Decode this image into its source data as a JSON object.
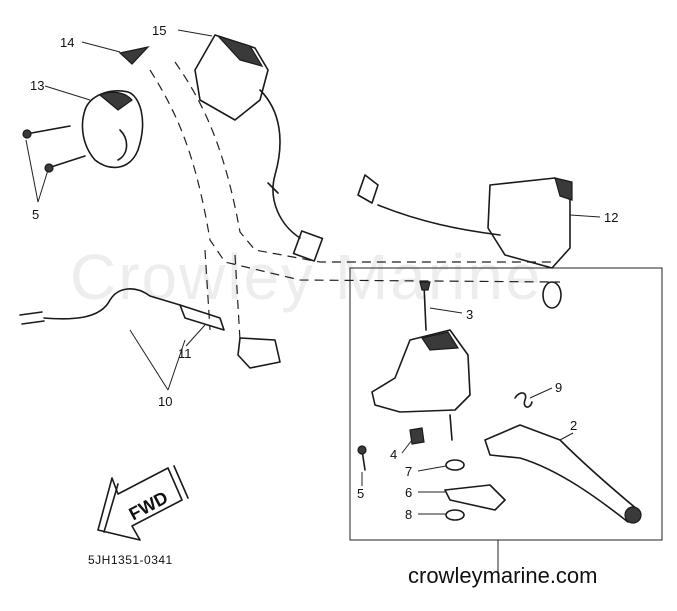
{
  "diagram": {
    "callouts": [
      {
        "id": "c1",
        "label": "14"
      },
      {
        "id": "c2",
        "label": "15"
      },
      {
        "id": "c3",
        "label": "13"
      },
      {
        "id": "c4",
        "label": "5"
      },
      {
        "id": "c5",
        "label": "12"
      },
      {
        "id": "c6",
        "label": "3"
      },
      {
        "id": "c7",
        "label": "11"
      },
      {
        "id": "c8",
        "label": "10"
      },
      {
        "id": "c9",
        "label": "9"
      },
      {
        "id": "c10",
        "label": "2"
      },
      {
        "id": "c11",
        "label": "4"
      },
      {
        "id": "c12",
        "label": "7"
      },
      {
        "id": "c13",
        "label": "6"
      },
      {
        "id": "c14",
        "label": "8"
      },
      {
        "id": "c15",
        "label": "5"
      }
    ],
    "arrow_label": "FWD",
    "part_code": "5JH1351-0341",
    "watermark": "Crowley Marine",
    "site": "crowleymarine.com"
  }
}
